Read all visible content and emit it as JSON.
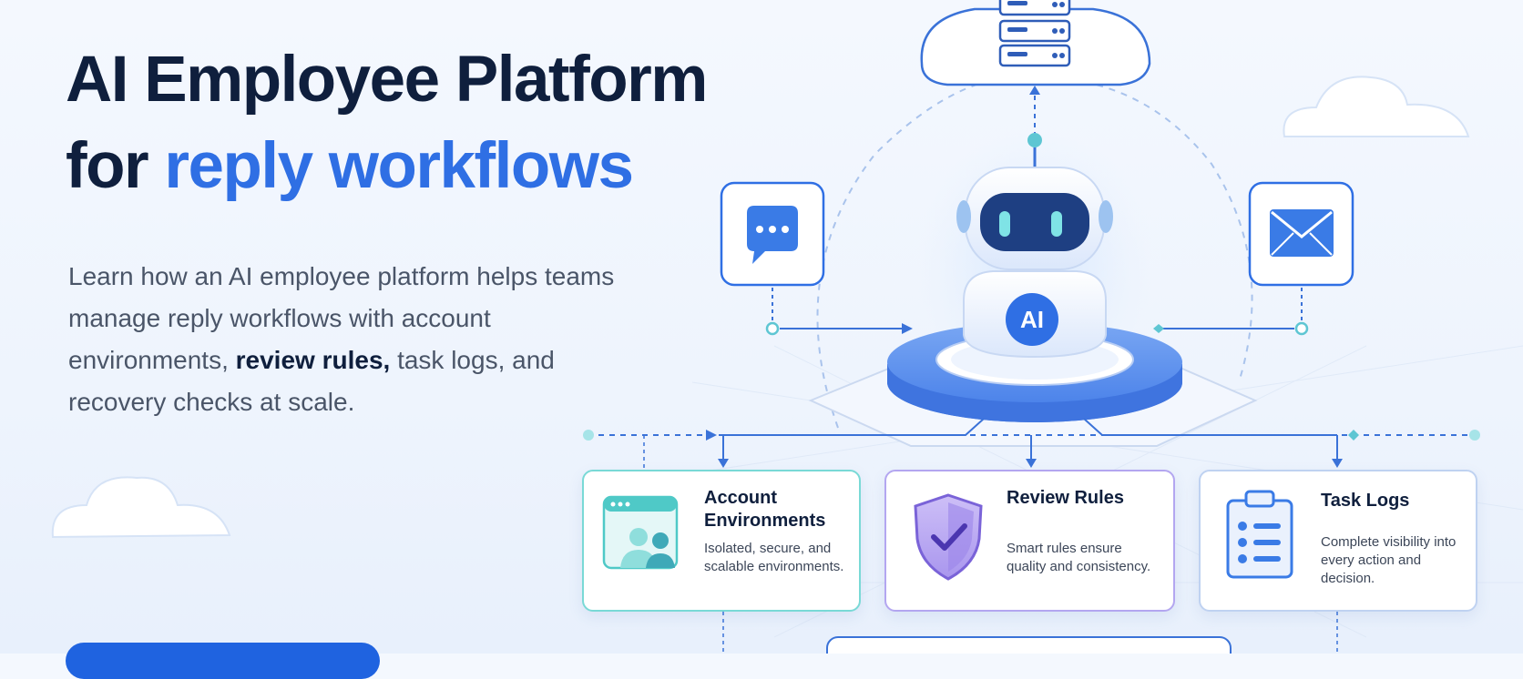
{
  "hero": {
    "title_line1": "AI Employee Platform",
    "title_line2_prefix": "for ",
    "title_line2_accent": "reply workflows",
    "description_part1": "Learn how an AI employee platform helps teams manage reply workflows with account environments, ",
    "description_bold": "review rules,",
    "description_part2": " task logs, and recovery checks at scale."
  },
  "illustration": {
    "robot_badge": "AI",
    "chat_icon": "chat-bubble-icon",
    "mail_icon": "envelope-icon",
    "server_icon": "server-cloud-icon"
  },
  "features": [
    {
      "title": "Account Environments",
      "description": "Isolated, secure, and scalable environments.",
      "icon": "account-environment-icon"
    },
    {
      "title": "Review Rules",
      "description": "Smart rules ensure quality and consistency.",
      "icon": "shield-check-icon"
    },
    {
      "title": "Task Logs",
      "description": "Complete visibility into every action and decision.",
      "icon": "clipboard-icon"
    }
  ],
  "colors": {
    "heading": "#0f1f3d",
    "accent": "#2f6fe4",
    "cta": "#1f63e0",
    "teal": "#79d9d6",
    "purple": "#b3a6f0"
  }
}
